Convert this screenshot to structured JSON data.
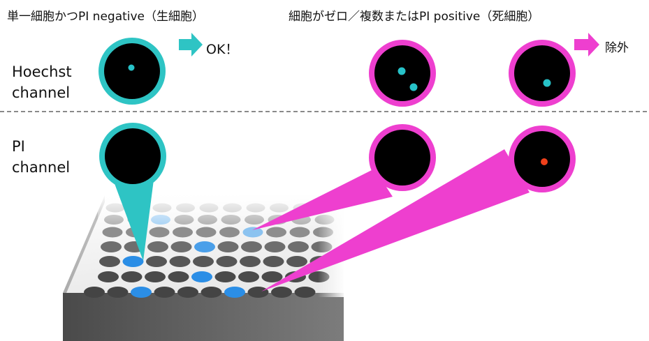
{
  "headings": {
    "left": "単一細胞かつPI negative（生細胞）",
    "right": "細胞がゼロ／複数またはPI positive（死細胞）"
  },
  "outcomes": {
    "ok": "OK！",
    "exclude": "除外"
  },
  "rows": [
    {
      "line1": "Hoechst",
      "line2": "channel"
    },
    {
      "line1": "PI",
      "line2": "channel"
    }
  ],
  "colors": {
    "pass": "#2ec4c4",
    "fail": "#ee3fcf",
    "hoechst_nucleus": "#27c2c8",
    "pi_signal": "#f0401a",
    "well_highlight": "#2b8ee6",
    "well_dark": "#4a4a4a",
    "well_light": "#c8c8c8"
  },
  "icons": [
    "arrow-right-icon"
  ]
}
